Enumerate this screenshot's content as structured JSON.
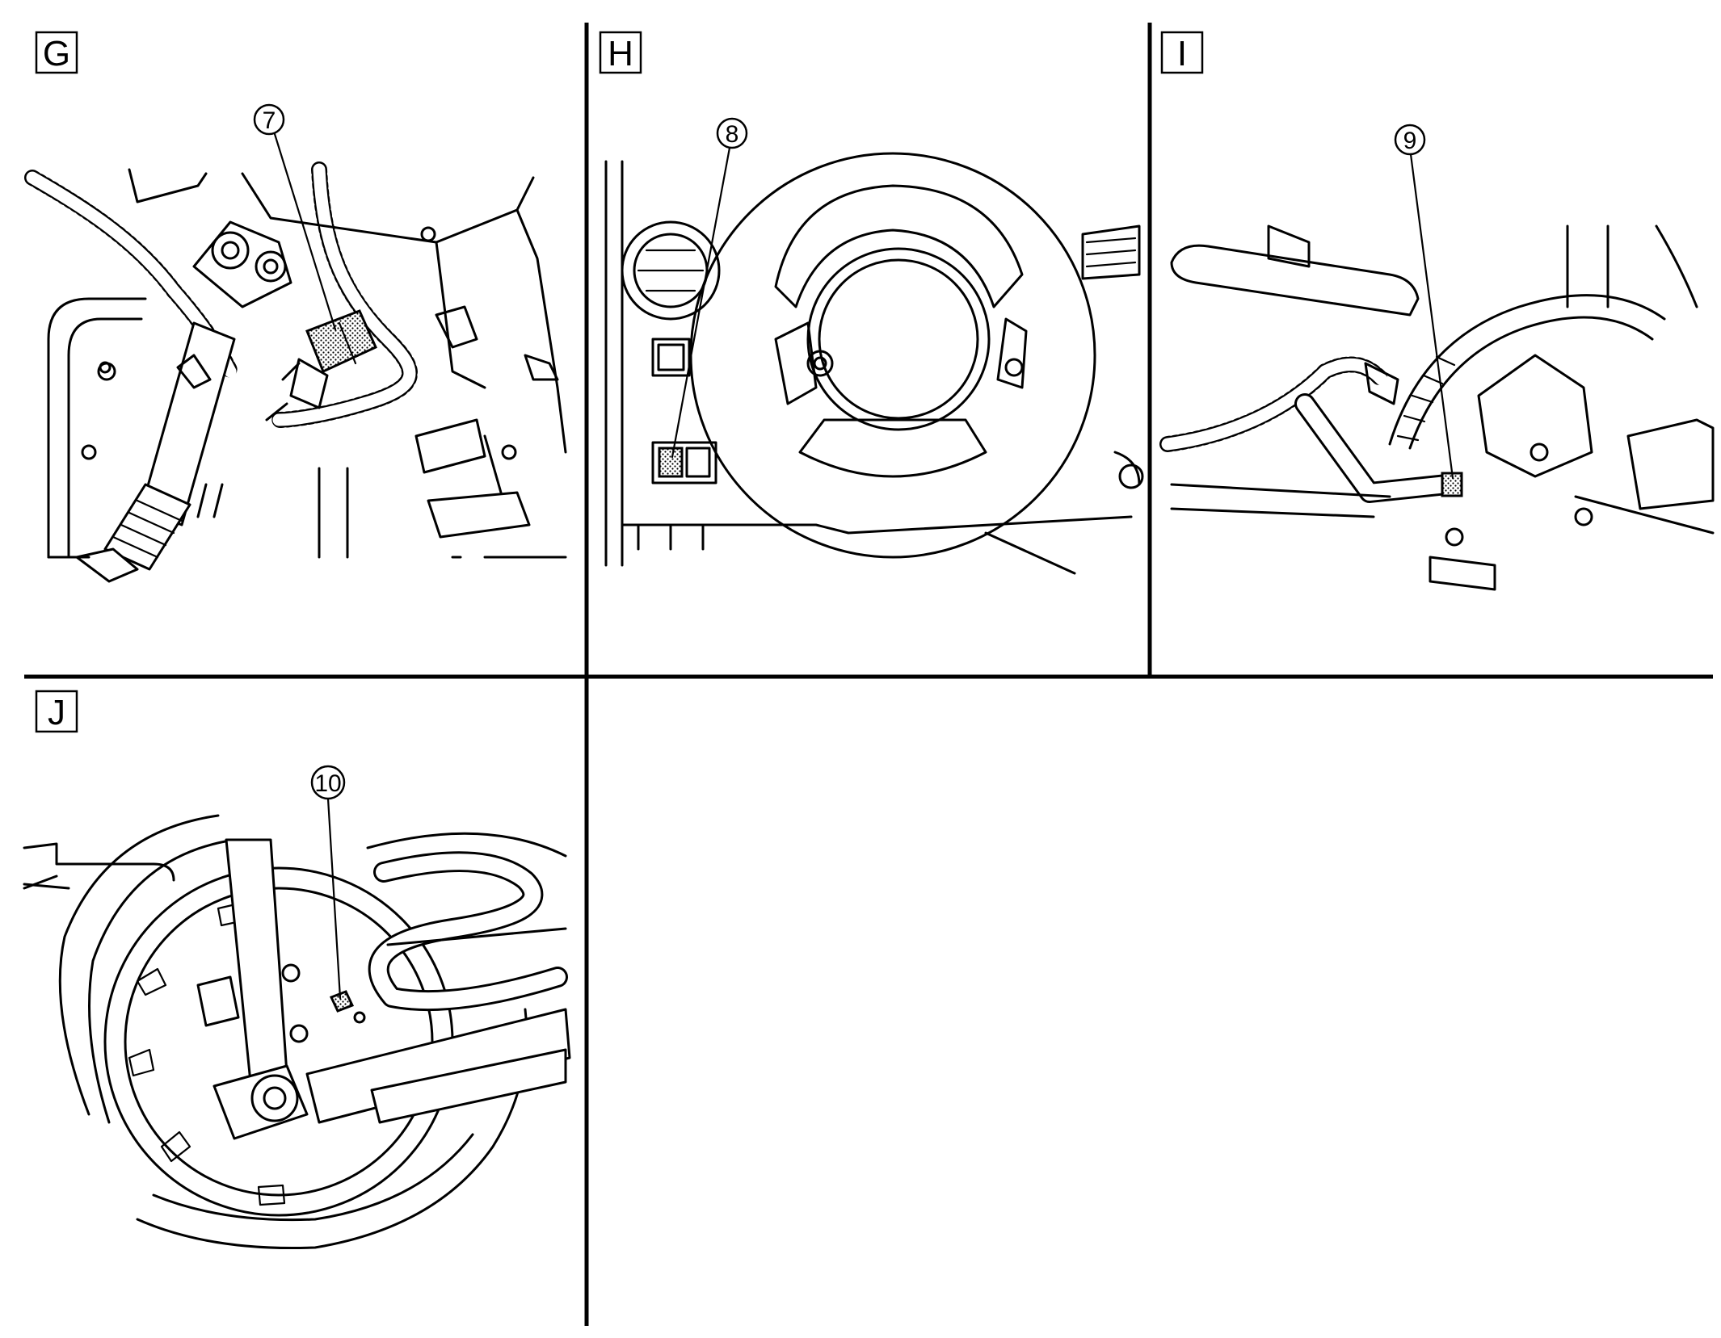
{
  "panels": [
    {
      "id": "G",
      "callout": "7",
      "part": "connector"
    },
    {
      "id": "H",
      "callout": "8",
      "part": "connector"
    },
    {
      "id": "I",
      "callout": "9",
      "part": "connector"
    },
    {
      "id": "J",
      "callout": "10",
      "part": "connector"
    }
  ],
  "colors": {
    "line": "#000000",
    "background": "#ffffff"
  }
}
